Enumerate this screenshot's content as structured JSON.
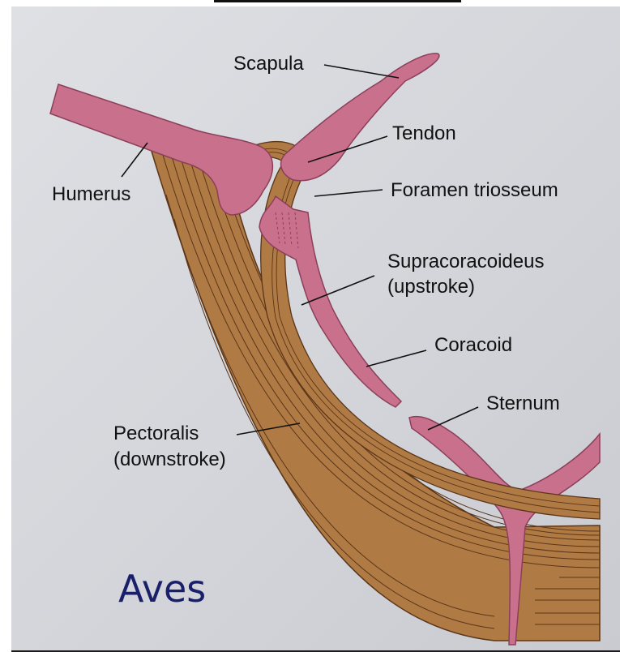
{
  "figure": {
    "caption": "Aves",
    "labels": {
      "scapula": "Scapula",
      "tendon": "Tendon",
      "foramen": "Foramen triosseum",
      "humerus": "Humerus",
      "supracoracoideus_1": "Supracoracoideus",
      "supracoracoideus_2": "(upstroke)",
      "coracoid": "Coracoid",
      "sternum": "Sternum",
      "pectoralis_1": "Pectoralis",
      "pectoralis_2": "(downstroke)"
    },
    "colors": {
      "bone": "#c9708c",
      "bone_edge": "#8c3f5a",
      "muscle": "#b07a45",
      "muscle_line": "#5a3518",
      "caption": "#1a1f6b",
      "background": "#d6d8dd"
    }
  }
}
